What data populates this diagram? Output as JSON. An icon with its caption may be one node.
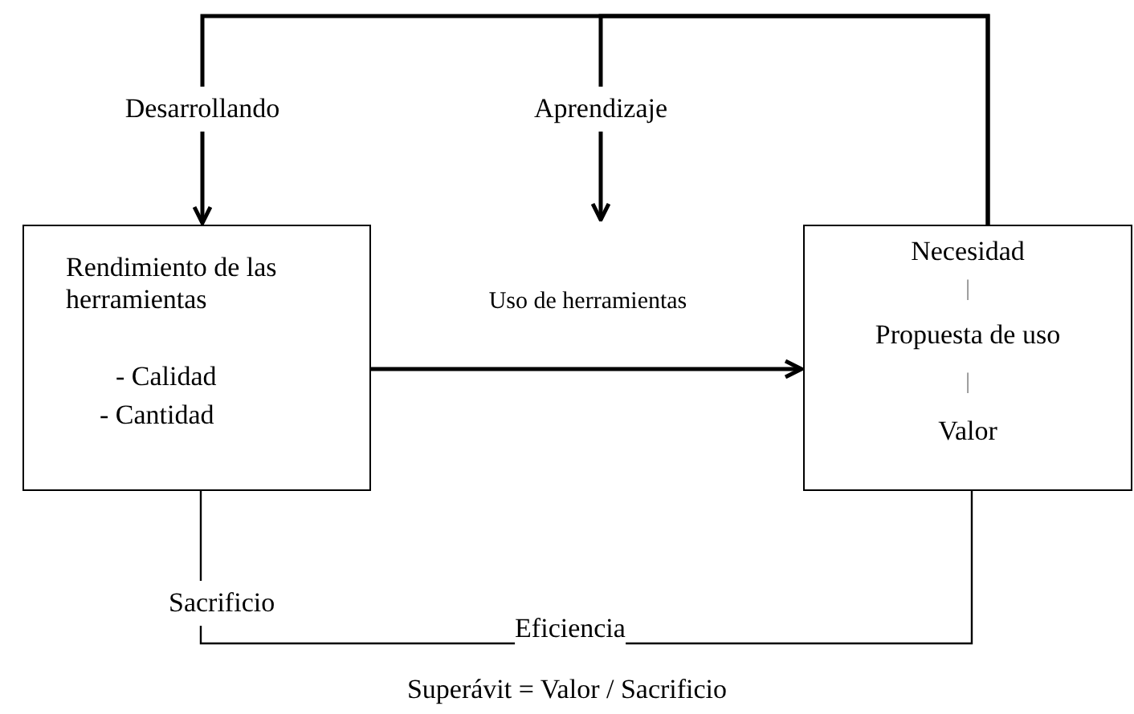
{
  "diagram": {
    "caption": "Superávit = Valor / Sacrificio",
    "nodes": [
      {
        "text": [
          "Rendimiento de las herramientas",
          "- Calidad",
          "- Cantidad"
        ]
      },
      {
        "text": [
          "Necesidad",
          "|",
          "Propuesta de uso",
          "|",
          "Valor"
        ]
      }
    ],
    "edges": [
      {
        "from": 1,
        "to": 0,
        "arrow": "to",
        "label": "Desarrollando"
      },
      {
        "from": 1,
        "to": null,
        "arrow": "to",
        "label": "Aprendizaje"
      },
      {
        "from": 0,
        "to": 1,
        "arrow": "to",
        "label": "Uso de herramientas"
      },
      {
        "from": 0,
        "to": 1,
        "arrow": "none",
        "label": "Eficiencia"
      }
    ],
    "labels": [
      "Sacrificio"
    ]
  }
}
